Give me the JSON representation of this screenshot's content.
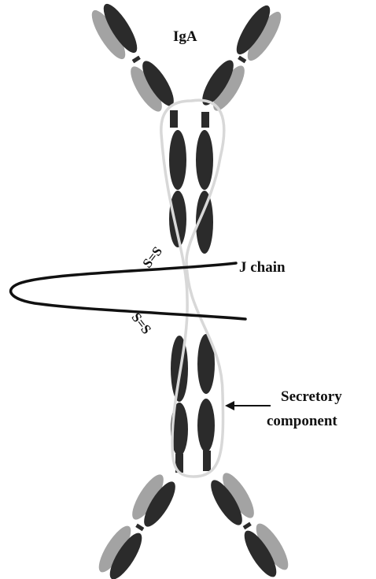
{
  "labels": {
    "title": "IgA",
    "j_chain": "J chain",
    "secretory_line1": "Secretory",
    "secretory_line2": "component",
    "disulfide_top": "S=S",
    "disulfide_bottom": "S=S"
  },
  "colors": {
    "heavy_chain": "#2b2b2b",
    "light_chain": "#a3a3a3",
    "secretory_component": "#d8d8d8",
    "j_chain": "#111111",
    "text": "#111111",
    "background": "#ffffff"
  }
}
